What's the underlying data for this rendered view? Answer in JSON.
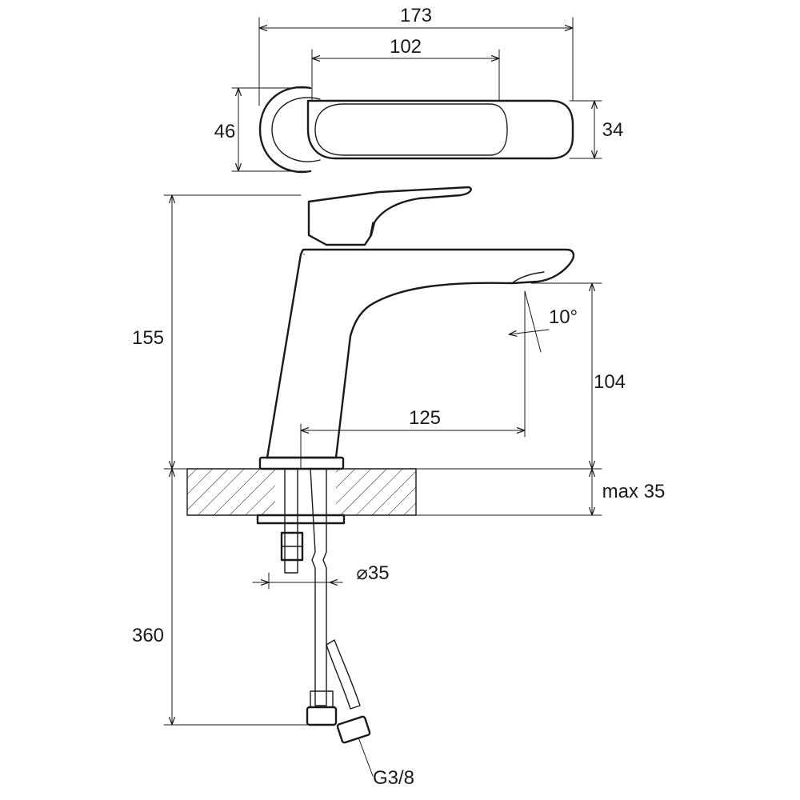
{
  "colors": {
    "line": "#1a1a1a",
    "background": "#ffffff"
  },
  "dimensions": {
    "overall_length": "173",
    "spout_top_length": "102",
    "base_height": "46",
    "spout_height": "34",
    "total_height": "155",
    "outlet_height": "104",
    "spout_angle": "10°",
    "spout_reach": "125",
    "deck_thickness": "max 35",
    "hole_diameter": "⌀35",
    "hose_length": "360",
    "thread": "G3/8"
  }
}
